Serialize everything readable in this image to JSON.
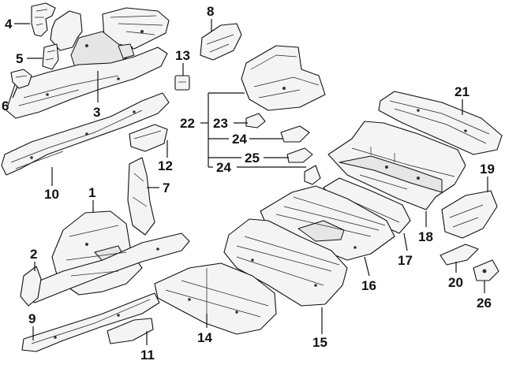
{
  "callouts": {
    "c1": "1",
    "c2": "2",
    "c3": "3",
    "c4": "4",
    "c5": "5",
    "c6": "6",
    "c7": "7",
    "c8": "8",
    "c9": "9",
    "c10": "10",
    "c11": "11",
    "c12": "12",
    "c13": "13",
    "c14": "14",
    "c15": "15",
    "c16": "16",
    "c17": "17",
    "c18": "18",
    "c19": "19",
    "c20": "20",
    "c21": "21",
    "c22": "22",
    "c23": "23",
    "c24a": "24",
    "c24b": "24",
    "c25": "25",
    "c26": "26"
  }
}
